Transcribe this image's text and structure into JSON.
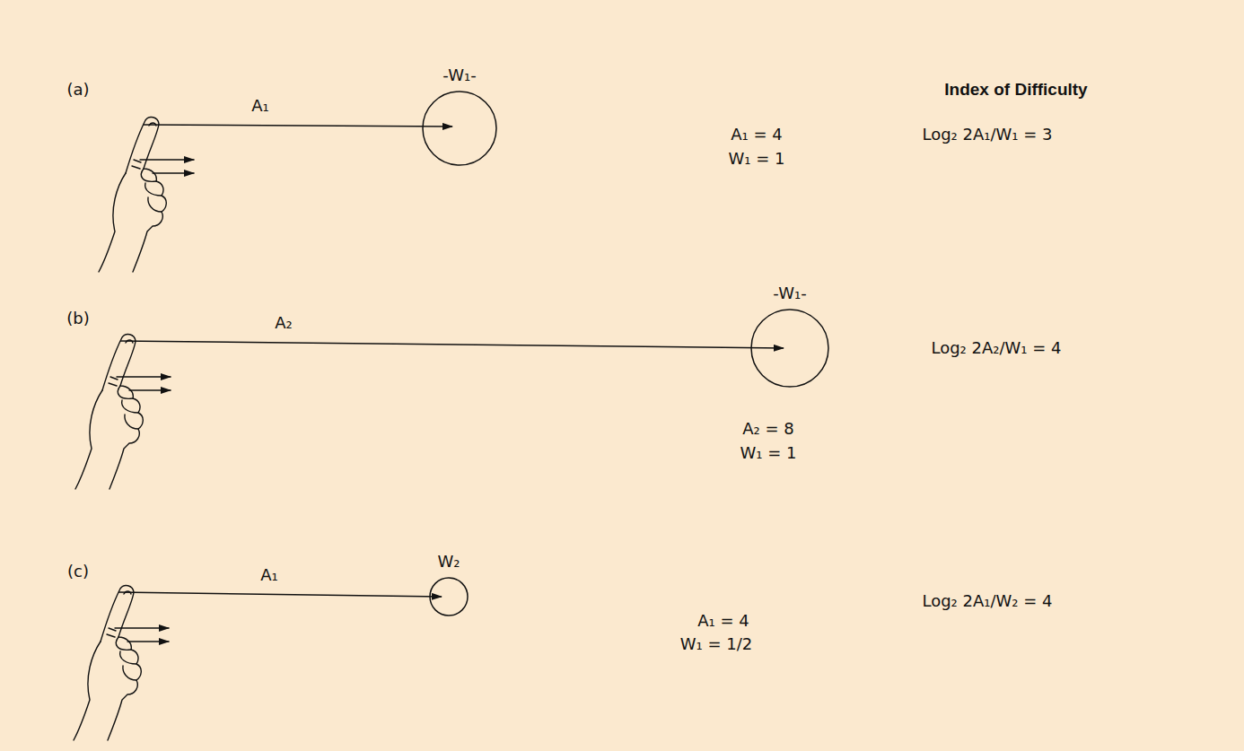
{
  "diagram": {
    "nodes": [
      {
        "text": [
          "-W₁-"
        ]
      },
      {
        "text": [
          "-W₁-"
        ]
      },
      {
        "text": [
          "W₂"
        ]
      }
    ],
    "labels": [
      "(a)",
      "A₁",
      "A₁ = 4",
      "W₁ = 1",
      "Index of Difficulty",
      "Log₂ 2A₁/W₁ = 3",
      "(b)",
      "A₂",
      "Log₂ 2A₂/W₁ = 4",
      "A₂ = 8",
      "W₁ = 1",
      "(c)",
      "A₁",
      "A₁ = 4",
      "W₁ = 1/2",
      "Log₂ 2A₁/W₂ = 4"
    ]
  }
}
